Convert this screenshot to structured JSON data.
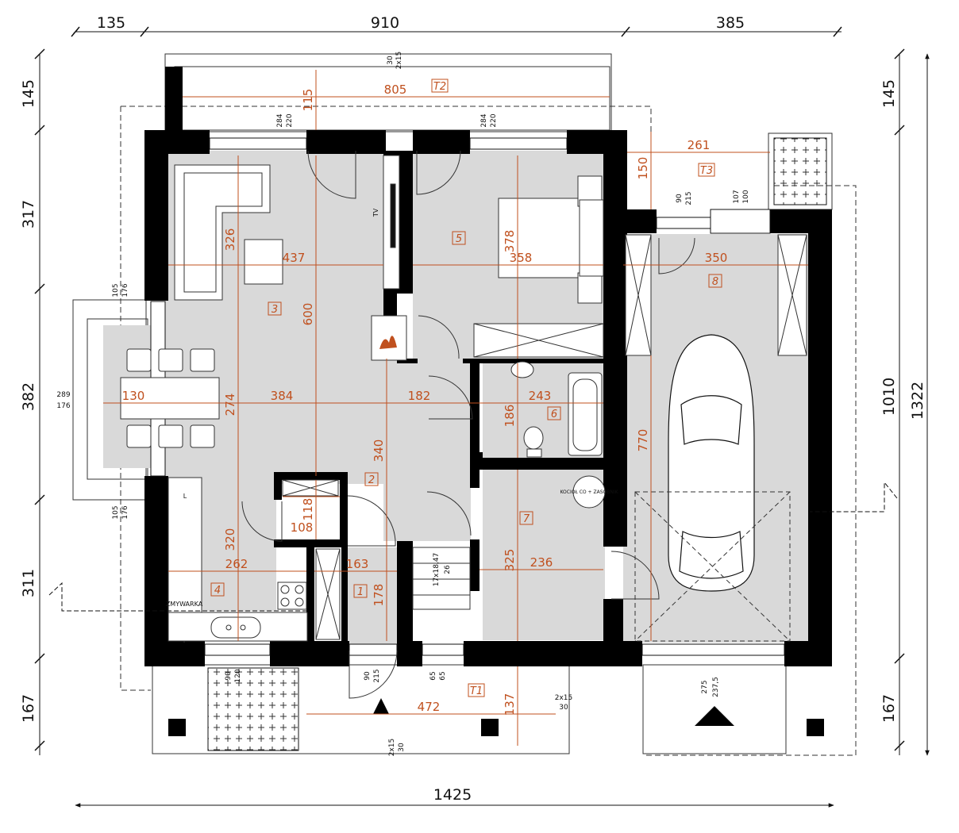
{
  "colors": {
    "wall": "#000000",
    "floor": "#d9d9d9",
    "dimension": "#c0501e",
    "line": "#111111"
  },
  "overall_dims": {
    "top_left": "135",
    "top_mid": "910",
    "top_right": "385",
    "bottom": "1425",
    "left_1": "145",
    "left_2": "317",
    "left_3": "382",
    "left_4": "311",
    "left_5": "167",
    "right_1": "145",
    "right_2": "1010",
    "right_3": "1322",
    "right_4": "167"
  },
  "rooms": [
    {
      "num": "1"
    },
    {
      "num": "2"
    },
    {
      "num": "3"
    },
    {
      "num": "4"
    },
    {
      "num": "5"
    },
    {
      "num": "6"
    },
    {
      "num": "7"
    },
    {
      "num": "8"
    }
  ],
  "terraces": [
    "T1",
    "T2",
    "T3"
  ],
  "room_dims": {
    "t2_width": "805",
    "t2_depth": "115",
    "t3_width": "261",
    "t3_depth": "150",
    "living_width": "437",
    "living_h1": "326",
    "living_h2": "600",
    "living_w2": "384",
    "living_h3": "274",
    "dining": "130",
    "bedroom_width": "358",
    "bedroom_height": "378",
    "garage_width": "350",
    "garage_height": "770",
    "bath_width": "243",
    "bath_height": "186",
    "hall_width": "182",
    "hall_height": "340",
    "store_width": "108",
    "store_height": "118",
    "kitchen_width": "262",
    "kitchen_height": "320",
    "entry_width": "163",
    "entry_height": "178",
    "boiler_width": "236",
    "boiler_height": "325",
    "t1_width": "472",
    "t1_depth": "137"
  },
  "small_dims": {
    "w1a": "284",
    "w1b": "220",
    "w2a": "284",
    "w2b": "220",
    "w3a": "90",
    "w3b": "215",
    "w4a": "107",
    "w4b": "100",
    "wl1a": "105",
    "wl1b": "176",
    "wl2a": "289",
    "wl2b": "176",
    "wl3a": "105",
    "wl3b": "176",
    "wb1a": "90",
    "wb1b": "120",
    "wb2a": "90",
    "wb2b": "215",
    "wb3a": "65",
    "wb3b": "65",
    "gd1": "275",
    "gd2": "237,5",
    "step1a": "2x15",
    "step1b": "30",
    "step2a": "2x15",
    "step2b": "30",
    "top_step_a": "2x15",
    "top_step_b": "30",
    "stairs": "17x18,47",
    "stairs2": "26"
  },
  "labels": {
    "tv": "TV",
    "dishwasher": "ZMYWARKA",
    "fridge": "L",
    "boiler": "KOCIOŁ CO + ZASOBNIK"
  }
}
